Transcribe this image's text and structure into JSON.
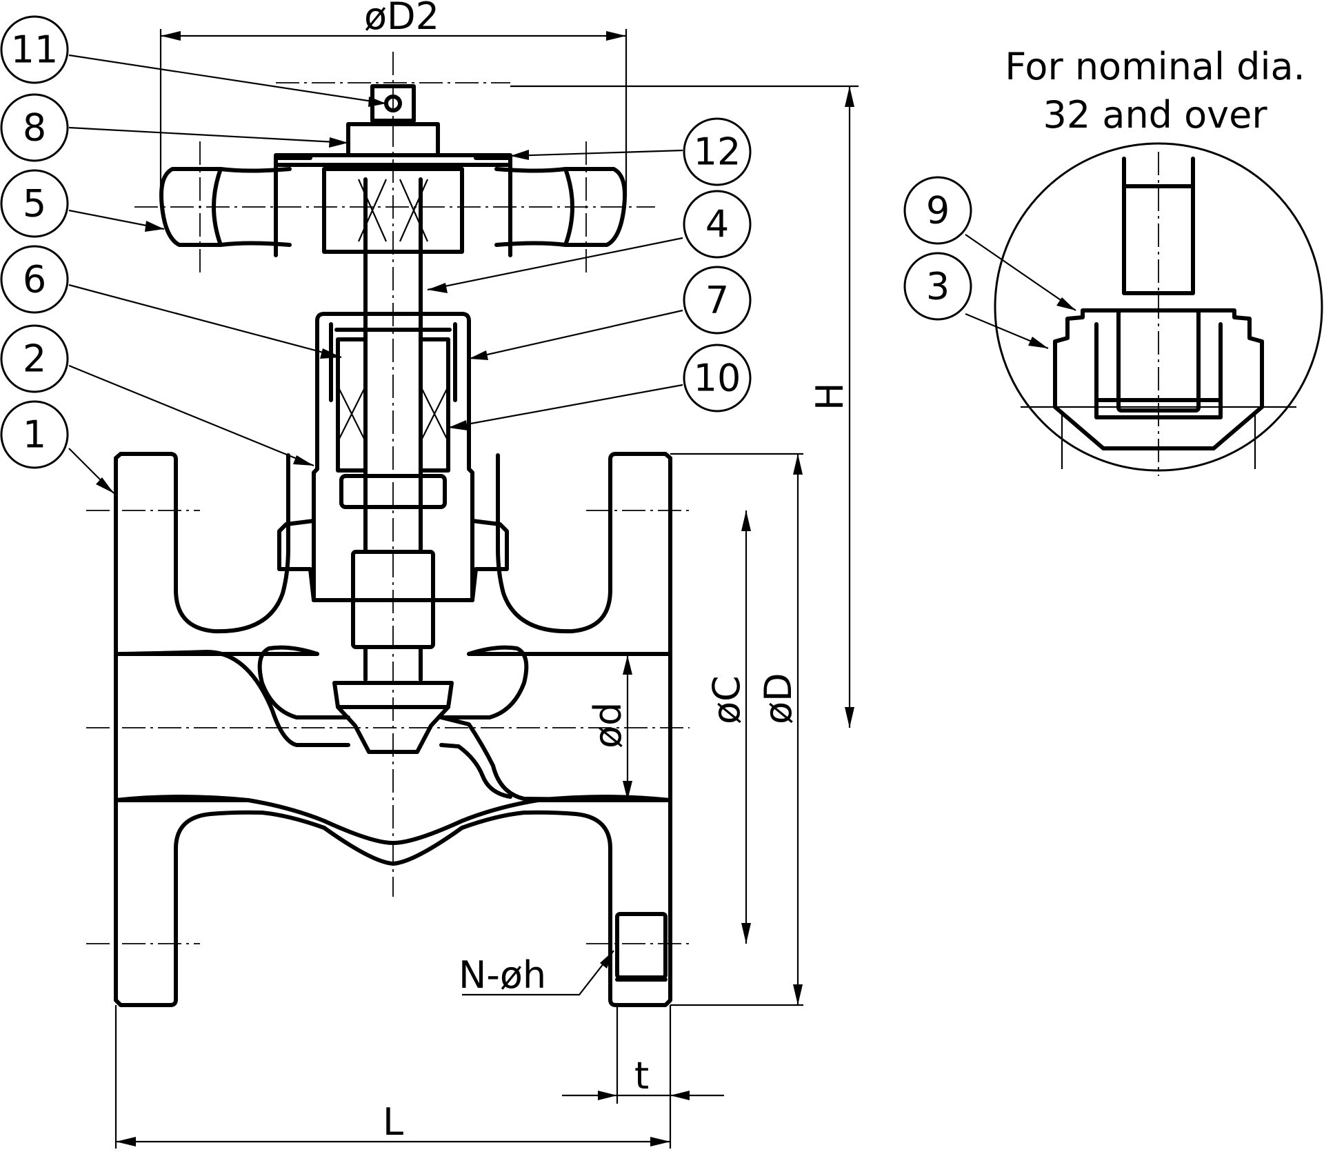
{
  "balloons": [
    {
      "id": "b11",
      "label": "11"
    },
    {
      "id": "b8",
      "label": "8"
    },
    {
      "id": "b5",
      "label": "5"
    },
    {
      "id": "b6",
      "label": "6"
    },
    {
      "id": "b2",
      "label": "2"
    },
    {
      "id": "b1",
      "label": "1"
    },
    {
      "id": "b12",
      "label": "12"
    },
    {
      "id": "b4",
      "label": "4"
    },
    {
      "id": "b7",
      "label": "7"
    },
    {
      "id": "b10",
      "label": "10"
    },
    {
      "id": "b9",
      "label": "9"
    },
    {
      "id": "b3",
      "label": "3"
    }
  ],
  "dimensions": {
    "D2": "øD2",
    "H": "H",
    "d": "ød",
    "C": "øC",
    "D": "øD",
    "holes": "N-øh",
    "t": "t",
    "L": "L"
  },
  "note": {
    "line1": "For nominal dia.",
    "line2": "32 and over"
  }
}
